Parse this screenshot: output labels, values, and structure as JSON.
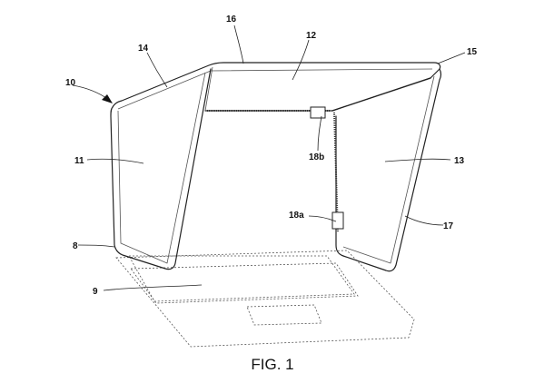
{
  "figure": {
    "caption": "FIG. 1",
    "labels": {
      "l10": "10",
      "l11": "11",
      "l12": "12",
      "l13": "13",
      "l14": "14",
      "l15": "15",
      "l16": "16",
      "l17": "17",
      "l18a": "18a",
      "l18b": "18b",
      "l8": "8",
      "l9": "9"
    }
  }
}
